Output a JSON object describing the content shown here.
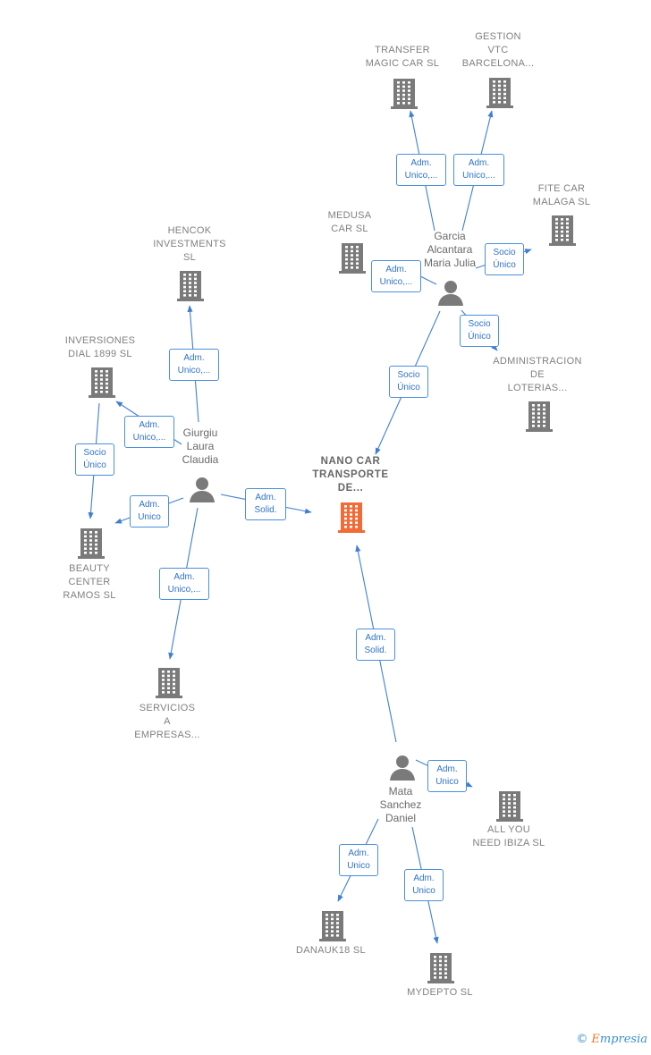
{
  "colors": {
    "edge": "#3f7fd3",
    "company": "#7a7a7a",
    "focus_company": "#f26a36",
    "person": "#7a7a7a"
  },
  "nodes": {
    "transfer": {
      "label": "TRANSFER\nMAGIC CAR  SL",
      "type": "company"
    },
    "gestion": {
      "label": "GESTION\nVTC\nBARCELONA...",
      "type": "company"
    },
    "fite": {
      "label": "FITE CAR\nMALAGA  SL",
      "type": "company"
    },
    "medusa": {
      "label": "MEDUSA\nCAR  SL",
      "type": "company"
    },
    "garcia": {
      "label": "Garcia\nAlcantara\nMaria Julia",
      "type": "person"
    },
    "admin_loterias": {
      "label": "ADMINISTRACION\nDE\nLOTERIAS...",
      "type": "company"
    },
    "hencok": {
      "label": "HENCOK\nINVESTMENTS\nSL",
      "type": "company"
    },
    "inversiones": {
      "label": "INVERSIONES\nDIAL 1899  SL",
      "type": "company"
    },
    "giurgiu": {
      "label": "Giurgiu\nLaura\nClaudia",
      "type": "person"
    },
    "nano": {
      "label": "NANO CAR\nTRANSPORTE\nDE...",
      "type": "focus"
    },
    "beauty": {
      "label": "BEAUTY\nCENTER\nRAMOS  SL",
      "type": "company"
    },
    "servicios": {
      "label": "SERVICIOS\nA\nEMPRESAS...",
      "type": "company"
    },
    "mata": {
      "label": "Mata\nSanchez\nDaniel",
      "type": "person"
    },
    "allyou": {
      "label": "ALL YOU\nNEED IBIZA SL",
      "type": "company"
    },
    "danauk": {
      "label": "DANAUK18  SL",
      "type": "company"
    },
    "mydepto": {
      "label": "MYDEPTO  SL",
      "type": "company"
    }
  },
  "edges": [
    {
      "id": "e1",
      "label": "Adm.\nUnico,..."
    },
    {
      "id": "e2",
      "label": "Adm.\nUnico,..."
    },
    {
      "id": "e3",
      "label": "Socio\nÚnico"
    },
    {
      "id": "e4",
      "label": "Adm.\nUnico,..."
    },
    {
      "id": "e5",
      "label": "Socio\nÚnico"
    },
    {
      "id": "e6",
      "label": "Socio\nÚnico"
    },
    {
      "id": "e7",
      "label": "Adm.\nUnico,..."
    },
    {
      "id": "e8",
      "label": "Adm.\nUnico,..."
    },
    {
      "id": "e9",
      "label": "Socio\nÚnico"
    },
    {
      "id": "e10",
      "label": "Adm.\nUnico"
    },
    {
      "id": "e11",
      "label": "Adm.\nSolid."
    },
    {
      "id": "e12",
      "label": "Adm.\nUnico,..."
    },
    {
      "id": "e13",
      "label": "Adm.\nSolid."
    },
    {
      "id": "e14",
      "label": "Adm.\nUnico"
    },
    {
      "id": "e15",
      "label": "Adm.\nUnico"
    },
    {
      "id": "e16",
      "label": "Adm.\nUnico"
    }
  ],
  "brand": {
    "copyright": "©",
    "name_e": "E",
    "name_rest": "mpresia"
  }
}
